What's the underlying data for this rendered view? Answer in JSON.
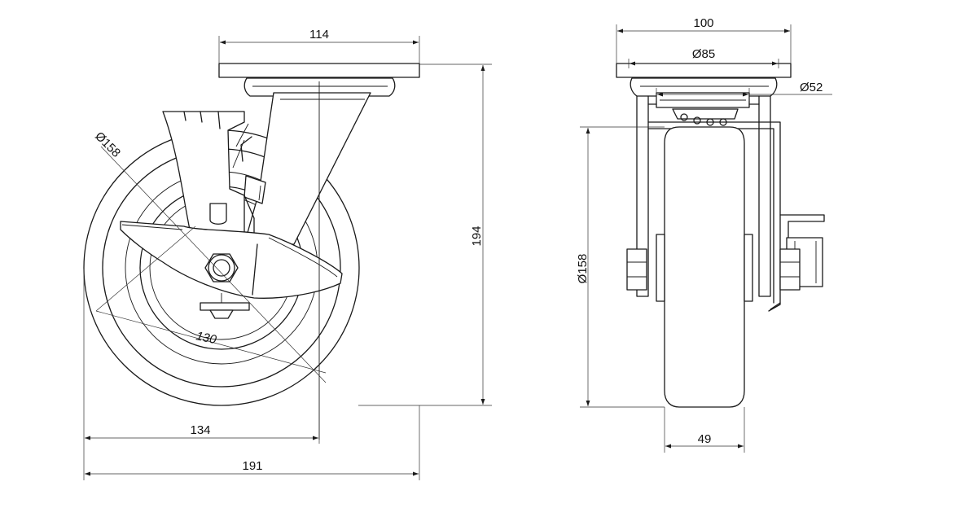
{
  "dimensions": {
    "side_view": {
      "plate_width": "114",
      "wheel_diameter": "Ø158",
      "hub_diameter": "130",
      "offset": "134",
      "overall_width": "191",
      "overall_height": "194"
    },
    "front_view": {
      "plate_width": "100",
      "hole_spacing": "Ø85",
      "kingpin_diameter": "Ø52",
      "wheel_diameter": "Ø158",
      "wheel_width": "49"
    }
  },
  "colors": {
    "line": "#1a1a1a",
    "background": "#ffffff"
  }
}
